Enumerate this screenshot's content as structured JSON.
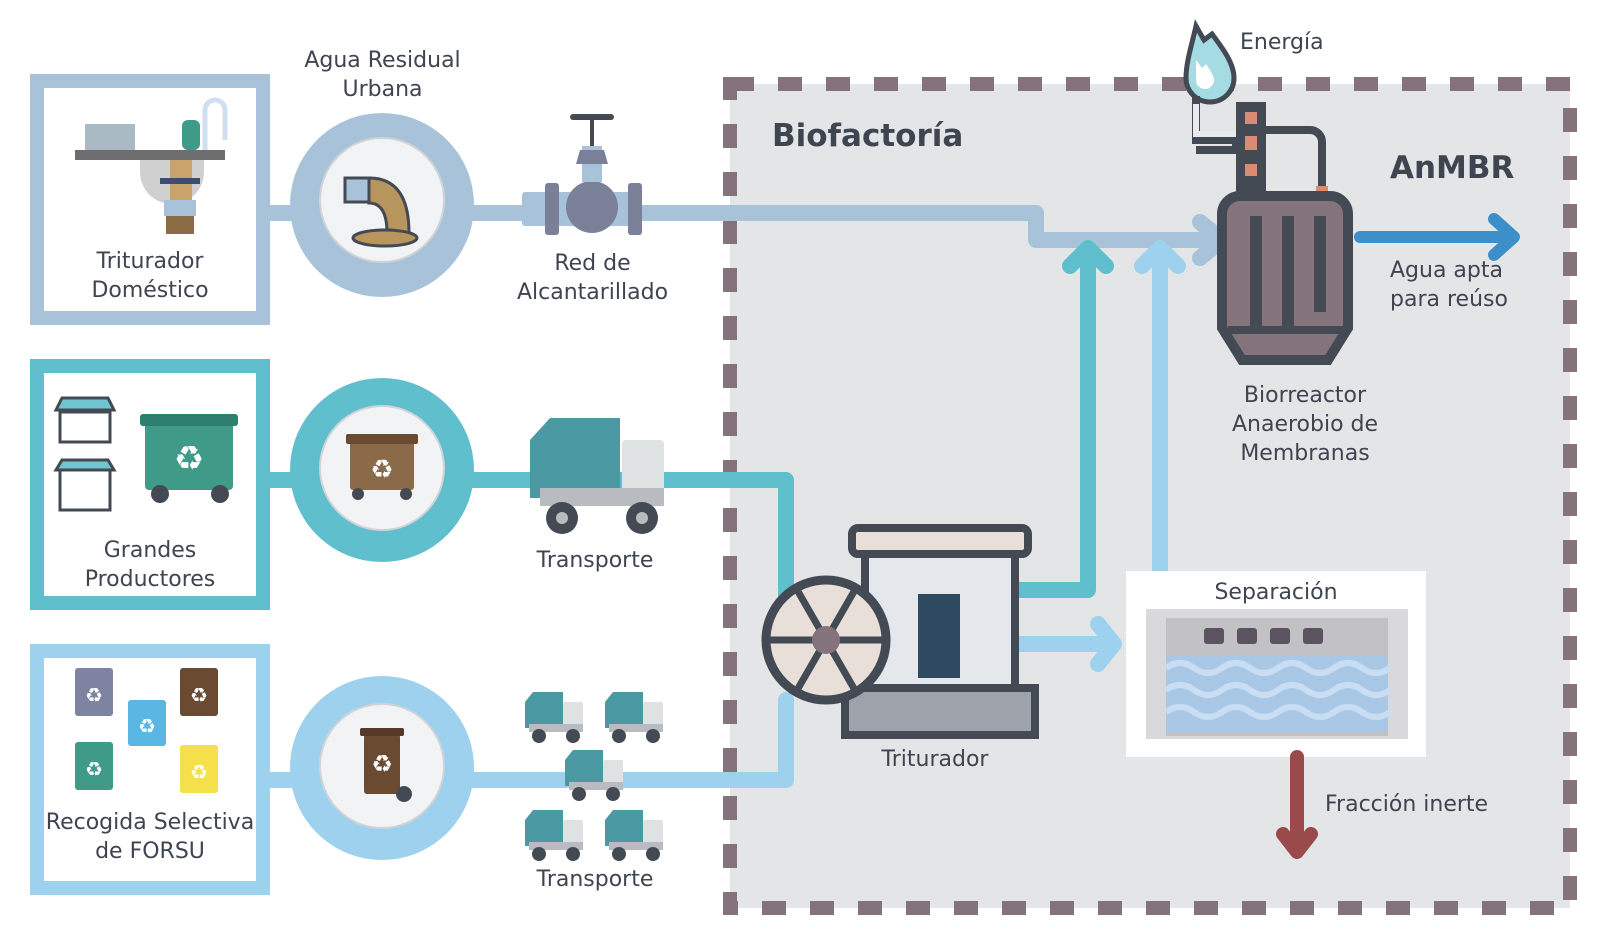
{
  "colors": {
    "row1": "#a8c3d9",
    "row2": "#5fbfcc",
    "row3": "#9dd1ee",
    "boundary_dash": "#84737a",
    "boundary_fill": "#e4e5e7",
    "output_arrow": "#3d8fca",
    "inert_arrow": "#9a4a4a",
    "icon_dark": "#444a54"
  },
  "boundary": {
    "title": "Biofactoría"
  },
  "sources": [
    {
      "label": "Triturador\nDoméstico",
      "icon": "kitchen-sink-disposer-icon"
    },
    {
      "label": "Grandes\nProductores",
      "icon": "shops-and-container-icon"
    },
    {
      "label": "Recogida Selectiva\nde FORSU",
      "icon": "colored-bins-icon"
    }
  ],
  "hubs": [
    {
      "label": "Agua Residual\nUrbana",
      "icon": "sewage-pipe-icon"
    },
    {
      "label": "",
      "icon": "brown-container-icon"
    },
    {
      "label": "",
      "icon": "brown-bin-icon"
    }
  ],
  "transport": [
    {
      "label": "Red de\nAlcantarillado",
      "icon": "valve-icon"
    },
    {
      "label": "Transporte",
      "icon": "garbage-truck-icon"
    },
    {
      "label": "Transporte",
      "icon": "truck-fleet-icon"
    }
  ],
  "processes": {
    "crusher": {
      "label": "Triturador"
    },
    "separation": {
      "label": "Separación"
    },
    "anmbr": {
      "title": "AnMBR",
      "label": "Biorreactor\nAnaerobio de\nMembranas"
    },
    "energy": {
      "label": "Energía"
    },
    "output": {
      "label": "Agua apta\npara reúso"
    },
    "inert": {
      "label": "Fracción inerte"
    }
  }
}
